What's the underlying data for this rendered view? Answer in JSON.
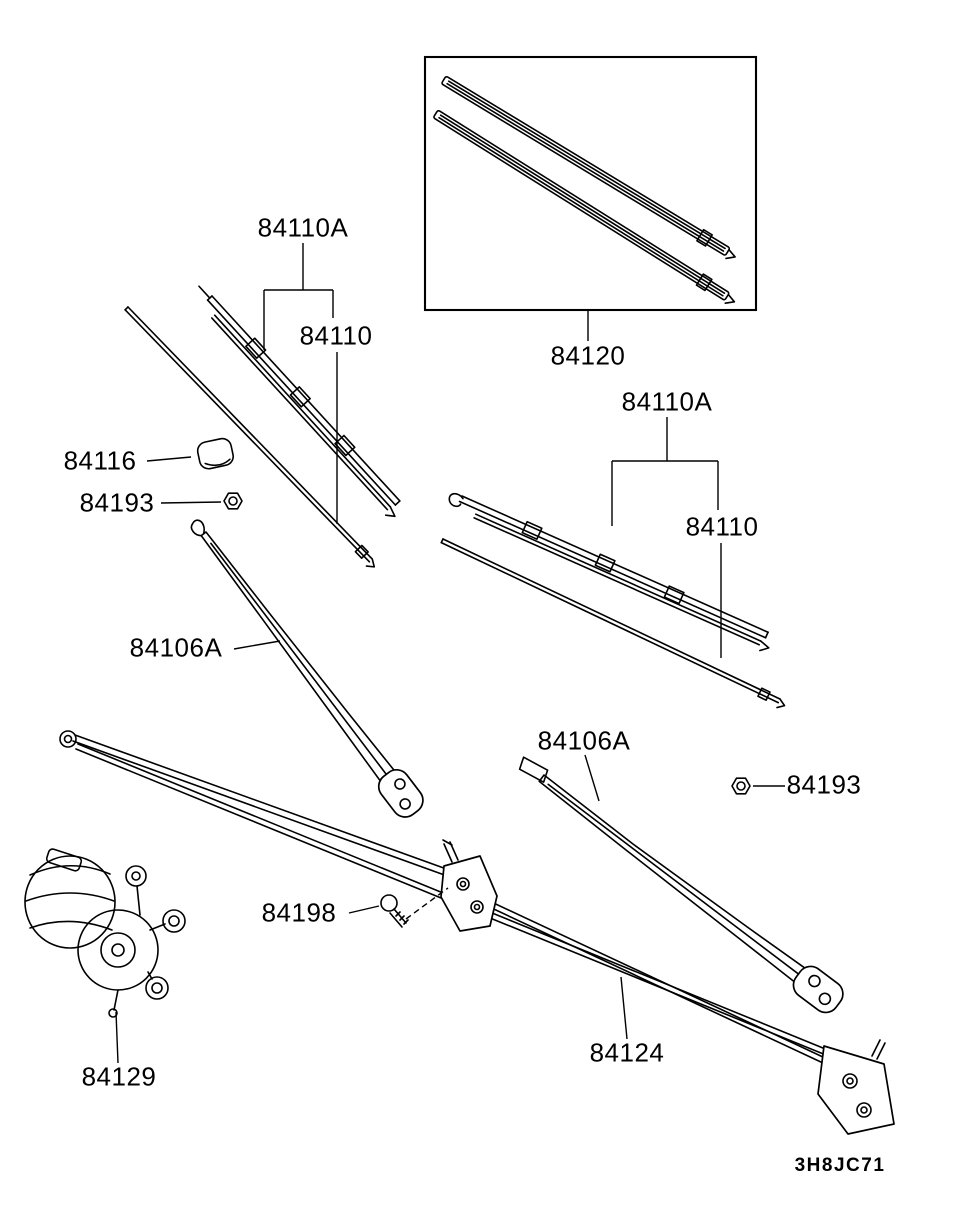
{
  "diagram": {
    "code": "3H8JC71",
    "parts": {
      "blade_attachment_left": "84110A",
      "blade_left": "84110",
      "blade_set_boxed": "84120",
      "blade_attachment_right": "84110A",
      "blade_right": "84110",
      "arm_cap": "84116",
      "arm_nut_left": "84193",
      "wiper_arm_left": "84106A",
      "wiper_arm_right": "84106A",
      "arm_nut_right": "84193",
      "pivot_bolt": "84198",
      "linkage": "84124",
      "wiper_motor": "84129"
    }
  }
}
